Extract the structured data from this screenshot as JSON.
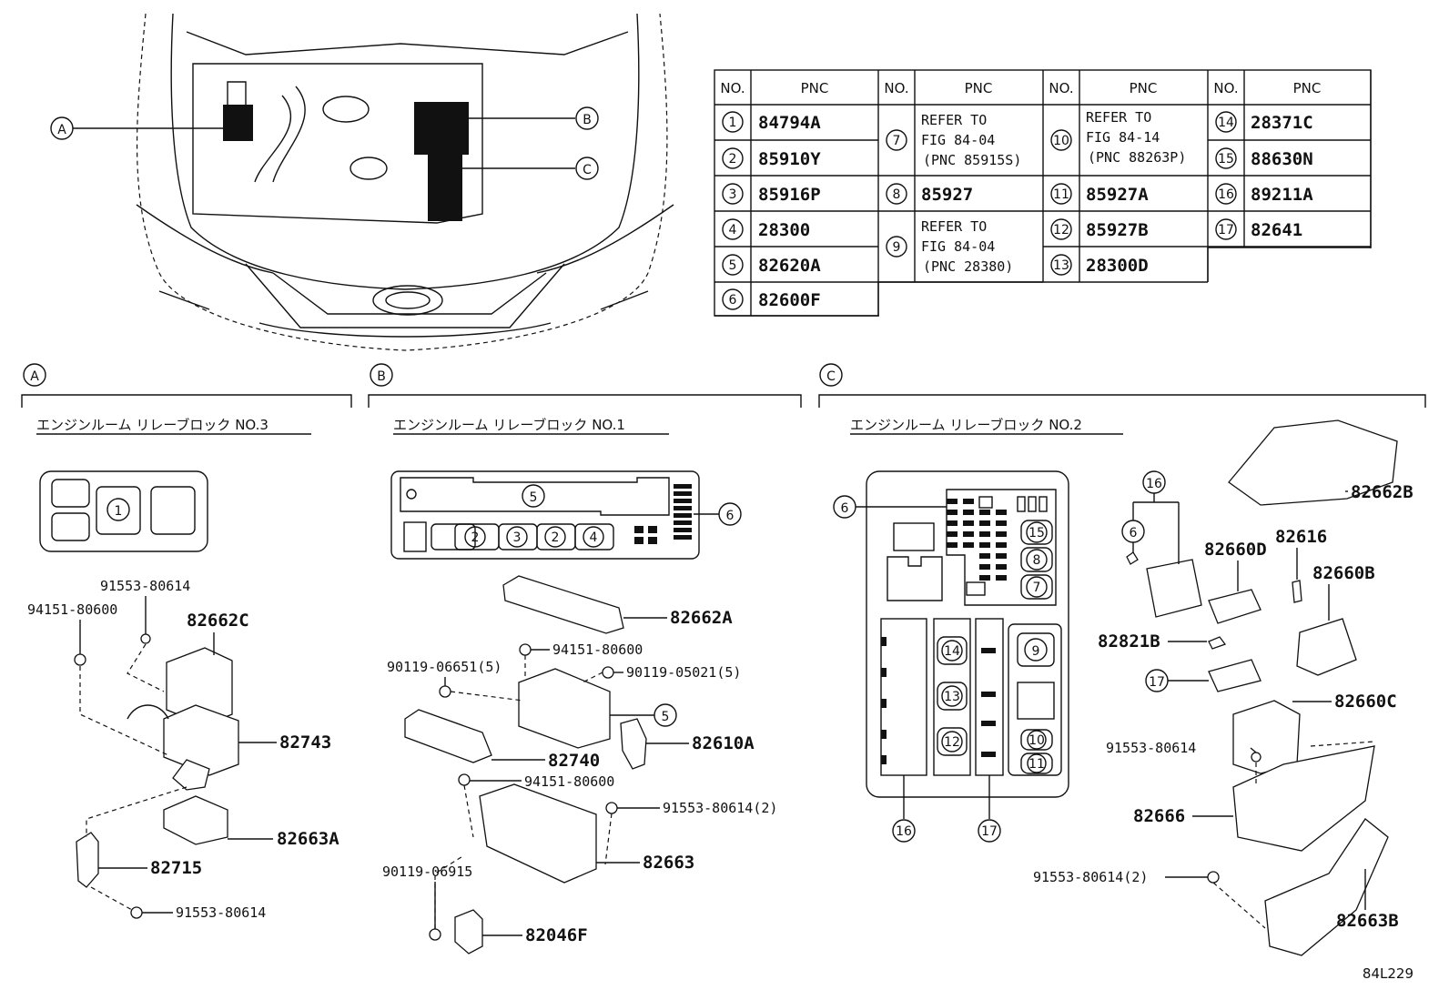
{
  "table": {
    "col_no": "NO.",
    "col_pnc": "PNC",
    "rows": [
      {
        "no": "1",
        "pnc": "84794A"
      },
      {
        "no": "2",
        "pnc": "85910Y"
      },
      {
        "no": "3",
        "pnc": "85916P"
      },
      {
        "no": "4",
        "pnc": "28300"
      },
      {
        "no": "5",
        "pnc": "82620A"
      },
      {
        "no": "6",
        "pnc": "82600F"
      },
      {
        "no": "7",
        "ref1": "REFER TO",
        "ref2": "FIG 84-04",
        "ref3": "(PNC 85915S)"
      },
      {
        "no": "8",
        "pnc": "85927"
      },
      {
        "no": "9",
        "ref1": "REFER TO",
        "ref2": "FIG 84-04",
        "ref3": "(PNC 28380)"
      },
      {
        "no": "10",
        "ref1": "REFER TO",
        "ref2": "FIG 84-14",
        "ref3": "(PNC 88263P)"
      },
      {
        "no": "11",
        "pnc": "85927A"
      },
      {
        "no": "12",
        "pnc": "85927B"
      },
      {
        "no": "13",
        "pnc": "28300D"
      },
      {
        "no": "14",
        "pnc": "28371C"
      },
      {
        "no": "15",
        "pnc": "88630N"
      },
      {
        "no": "16",
        "pnc": "89211A"
      },
      {
        "no": "17",
        "pnc": "82641"
      }
    ]
  },
  "overview": {
    "marker_a": "A",
    "marker_b": "B",
    "marker_c": "C"
  },
  "section_a": {
    "marker": "A",
    "title": "エンジンルーム リレーブロック NO.3",
    "slot": "1",
    "labels": [
      "91553-80614",
      "94151-80600",
      "82662C",
      "82743",
      "82663A",
      "82715",
      "91553-80614"
    ]
  },
  "section_b": {
    "marker": "B",
    "title": "エンジンルーム リレーブロック NO.1",
    "slots": [
      "5",
      "2",
      "3",
      "2",
      "4",
      "6",
      "5"
    ],
    "labels": [
      "82662A",
      "94151-80600",
      "90119-06651(5)",
      "90119-05021(5)",
      "82610A",
      "82740",
      "94151-80600",
      "91553-80614(2)",
      "82663",
      "90119-06915",
      "82046F"
    ]
  },
  "section_c": {
    "marker": "C",
    "title": "エンジンルーム リレーブロック NO.2",
    "slots": [
      "6",
      "15",
      "8",
      "7",
      "14",
      "13",
      "12",
      "9",
      "10",
      "11",
      "16",
      "17",
      "16",
      "6",
      "17"
    ],
    "labels": [
      "82662B",
      "82616",
      "82660D",
      "82660B",
      "82821B",
      "82660C",
      "91553-80614",
      "82666",
      "91553-80614(2)",
      "82663B"
    ]
  },
  "figure_id": "84L229"
}
